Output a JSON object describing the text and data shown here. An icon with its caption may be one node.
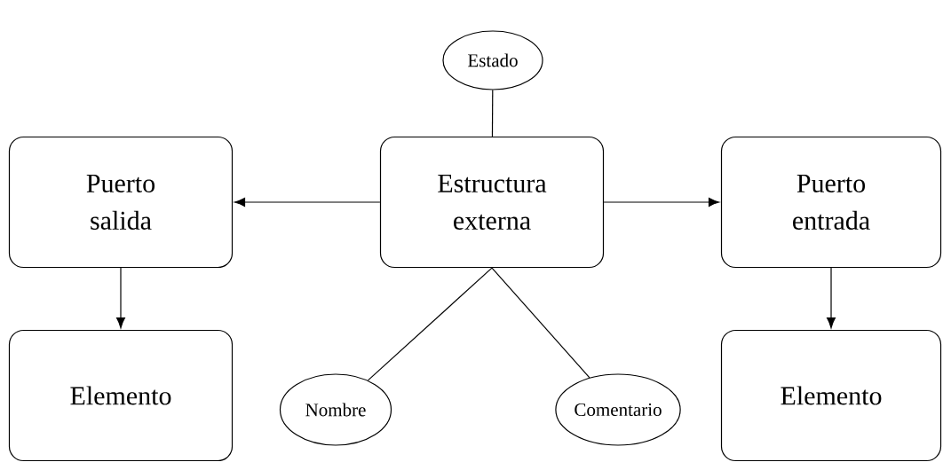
{
  "diagram": {
    "nodes": [
      {
        "text": [
          "Estado"
        ]
      },
      {
        "text": [
          "Puerto salida"
        ]
      },
      {
        "text": [
          "Estructura externa"
        ]
      },
      {
        "text": [
          "Puerto entrada"
        ]
      },
      {
        "text": [
          "Elemento"
        ]
      },
      {
        "text": [
          "Nombre"
        ]
      },
      {
        "text": [
          "Comentario"
        ]
      },
      {
        "text": [
          "Elemento"
        ]
      }
    ],
    "edges": [
      {
        "from": 0,
        "to": 2,
        "arrow": "none"
      },
      {
        "from": 2,
        "to": 1,
        "arrow": "to"
      },
      {
        "from": 2,
        "to": 3,
        "arrow": "to"
      },
      {
        "from": 1,
        "to": 4,
        "arrow": "to"
      },
      {
        "from": 3,
        "to": 7,
        "arrow": "to"
      },
      {
        "from": 2,
        "to": 5,
        "arrow": "none"
      },
      {
        "from": 2,
        "to": 6,
        "arrow": "none"
      }
    ]
  }
}
